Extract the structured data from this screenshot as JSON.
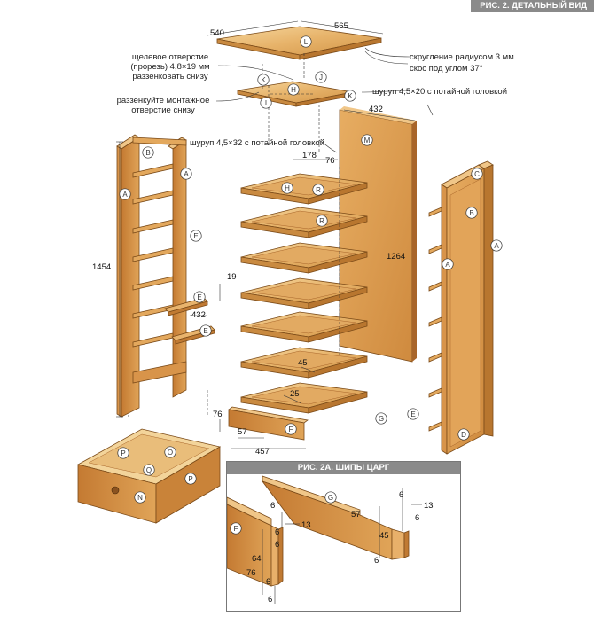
{
  "header": {
    "title": "РИС. 2. ДЕТАЛЬНЫЙ ВИД"
  },
  "inset": {
    "title": "РИС. 2А. ШИПЫ ЦАРГ"
  },
  "notes": {
    "slot": [
      "щелевое отверстие",
      "(прорезь) 4,8×19 мм",
      "раззенковать снизу"
    ],
    "countersink": [
      "раззенкуйте монтажное",
      "отверстие снизу"
    ],
    "radius": "скругление радиусом 3 мм",
    "bevel": "скос под углом 37°",
    "screw20": "шуруп 4,5×20 с потайной головкой",
    "screw32": "шуруп 4,5×32 с потайной головкой"
  },
  "dims": {
    "top_depth": "540",
    "top_width": "565",
    "side_width": "432",
    "shelf_a": "178",
    "shelf_b": "76",
    "side_height": "1264",
    "frame_height": "1454",
    "rail_w": "19",
    "rail_len": "432",
    "d45": "45",
    "d25": "25",
    "f76": "76",
    "f57": "57",
    "f457": "457"
  },
  "inset_dims": {
    "g57": "57",
    "g13": "13",
    "g6a": "6",
    "g6b": "6",
    "g45": "45",
    "g6c": "6",
    "f6a": "6",
    "f13": "13",
    "f6b": "6",
    "f6c": "6",
    "f64": "64",
    "f76": "76",
    "f6d": "6",
    "f6e": "6"
  },
  "parts": {
    "A": "A",
    "B": "B",
    "C": "C",
    "D": "D",
    "E": "E",
    "F": "F",
    "G": "G",
    "H": "H",
    "I": "I",
    "J": "J",
    "K": "K",
    "L": "L",
    "M": "M",
    "N": "N",
    "O": "O",
    "P": "P",
    "Q": "Q",
    "R": "R"
  },
  "colors": {
    "wood_light": "#f1c987",
    "wood_mid": "#dc9b4f",
    "wood_dark": "#b86f2c",
    "line": "#222222",
    "header_bg": "#8a8a8a"
  }
}
